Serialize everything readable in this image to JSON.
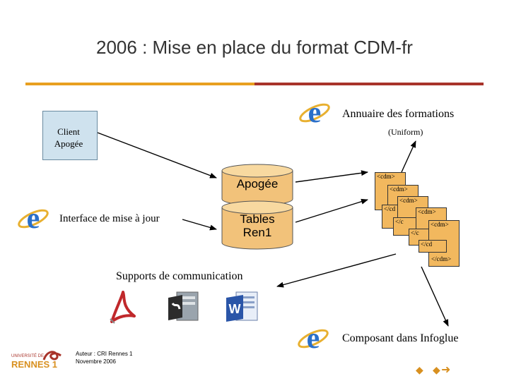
{
  "slide": {
    "title": "2006 : Mise en place du format CDM-fr"
  },
  "nodes": {
    "client": [
      "Client",
      "Apogée"
    ],
    "annuaire": "Annuaire des formations",
    "uniform": "(Uniform)",
    "apogee_db": "Apogée",
    "tables": [
      "Tables",
      "Ren1"
    ],
    "interface": "Interface de mise à jour",
    "supports": "Supports de communication",
    "composant": "Composant dans Infoglue"
  },
  "cdm_docs": {
    "open_tag": "<cdm>",
    "close_tag": "</cdm>",
    "close_partial": "</c",
    "close_partial2": "</cd"
  },
  "footer": {
    "author": "Auteur : CRI Rennes 1",
    "date": "Novembre 2006",
    "logo_top": "UNIVERSITÉ DE",
    "logo_bottom": "RENNES 1"
  },
  "icons": [
    "ie-icon",
    "pdf-icon",
    "publisher-icon",
    "word-icon"
  ],
  "colors": {
    "accent_orange": "#e8a020",
    "accent_red": "#a8332a",
    "ie_blue": "#2a6fc9",
    "doc_orange": "#f2b85e"
  }
}
